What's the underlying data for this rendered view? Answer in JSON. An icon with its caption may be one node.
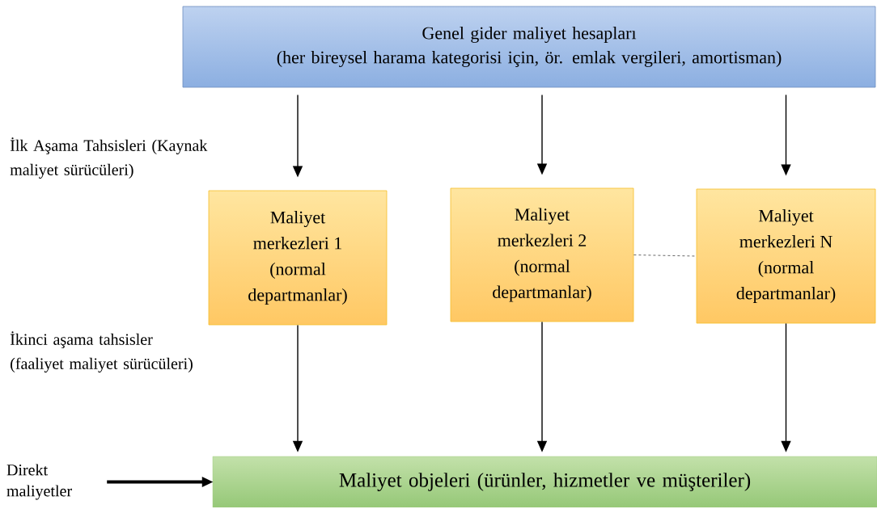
{
  "diagram": {
    "nodes": [
      {
        "text": [
          "Genel gider maliyet hesapları",
          "(her bireysel harama kategorisi için, ör. emlak vergileri, amortisman)"
        ]
      },
      {
        "text": [
          "Maliyet merkezleri 1 (normal departmanlar)"
        ]
      },
      {
        "text": [
          "Maliyet merkezleri 2 (normal departmanlar)"
        ]
      },
      {
        "text": [
          "Maliyet merkezleri N (normal departmanlar)"
        ]
      },
      {
        "text": [
          "Maliyet objeleri (ürünler, hizmetler ve müşteriler)"
        ]
      },
      {
        "text": [
          "Direkt maliyetler"
        ]
      }
    ],
    "edges": [
      {
        "from": 0,
        "to": 1,
        "arrow": "to"
      },
      {
        "from": 0,
        "to": 2,
        "arrow": "to"
      },
      {
        "from": 0,
        "to": 3,
        "arrow": "to"
      },
      {
        "from": 2,
        "to": 3,
        "arrow": "none",
        "style": "dashed"
      },
      {
        "from": 1,
        "to": 4,
        "arrow": "to"
      },
      {
        "from": 2,
        "to": 4,
        "arrow": "to"
      },
      {
        "from": 3,
        "to": 4,
        "arrow": "to"
      },
      {
        "from": 5,
        "to": 4,
        "arrow": "to",
        "style": "thick"
      }
    ],
    "labels": [
      "İlk Aşama Tahsisleri (Kaynak maliyet sürücüleri)",
      "İkinci aşama tahsisler (faaliyet maliyet sürücüleri)"
    ]
  }
}
